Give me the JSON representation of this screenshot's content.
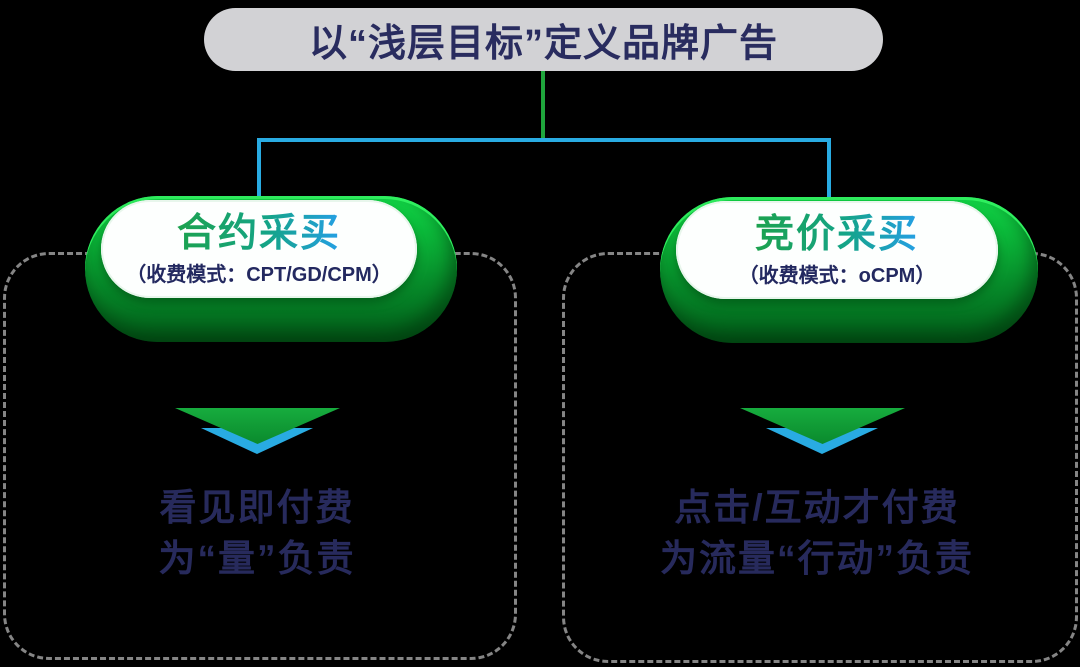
{
  "page": {
    "background": "#000000"
  },
  "title": {
    "label": "以“浅层目标”定义品牌广告"
  },
  "colors": {
    "title_bg": "#D2D2D5",
    "navy_text": "#272A5C",
    "trunk_line_green": "#1FA63C",
    "connector_blue": "#29ABE2",
    "pill_green_top": "#12D948",
    "pill_green_bottom": "#025E1A",
    "pill_face": "#FDFFFE",
    "heading_gradient_start": "#1CA24E",
    "heading_gradient_end": "#259FE6",
    "arrow_green": "#0F9C35",
    "arrow_blue": "#29ABE2",
    "dash_border_gray": "#858585"
  },
  "branches": [
    {
      "heading": "合约采买",
      "subheading": "（收费模式：CPT/GD/CPM）",
      "result_line1": "看见即付费",
      "result_line2": "为“量”负责"
    },
    {
      "heading": "竞价采买",
      "subheading": "（收费模式：oCPM）",
      "result_line1": "点击/互动才付费",
      "result_line2": "为流量“行动”负责"
    }
  ]
}
